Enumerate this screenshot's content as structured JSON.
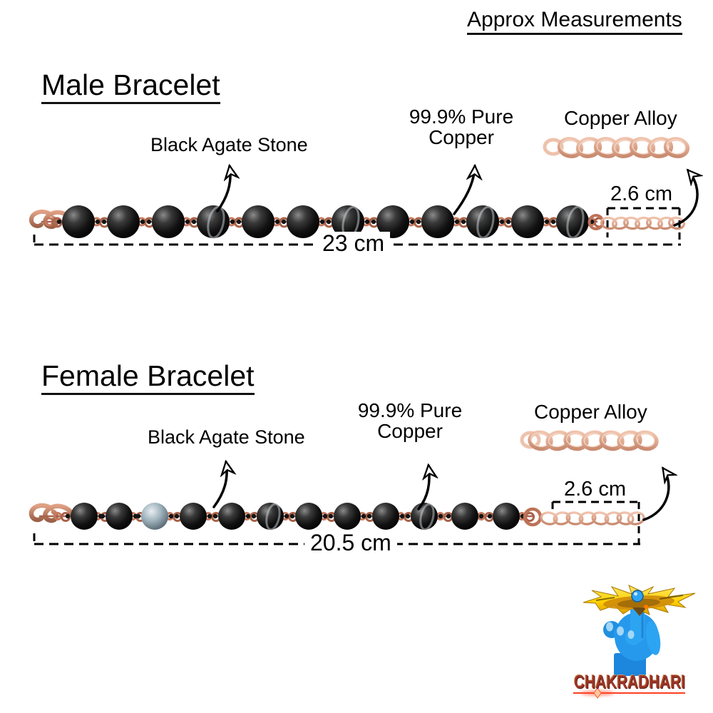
{
  "header": {
    "approx_label": "Approx Measurements"
  },
  "male": {
    "title": "Male Bracelet",
    "stone_label": "Black Agate Stone",
    "copper_label": "99.9% Pure\nCopper",
    "alloy_label": "Copper Alloy",
    "extension_length": "2.6 cm",
    "total_length": "23 cm"
  },
  "female": {
    "title": "Female Bracelet",
    "stone_label": "Black Agate Stone",
    "copper_label": "99.9% Pure\nCopper",
    "alloy_label": "Copper Alloy",
    "extension_length": "2.6 cm",
    "total_length": "20.5 cm"
  },
  "brand": {
    "name": "CHAKRADHARI"
  },
  "colors": {
    "background": "#ffffff",
    "annotation": "#000000",
    "copper_wire": "#c57a5f",
    "chain_copper": "#dba38e",
    "bead_black": "#0a0a0a",
    "hand_blue": "#2da4f2",
    "chakra_gold": "#ffd900",
    "brand_text": "#9c3526",
    "flare_red": "#ff2d00"
  }
}
